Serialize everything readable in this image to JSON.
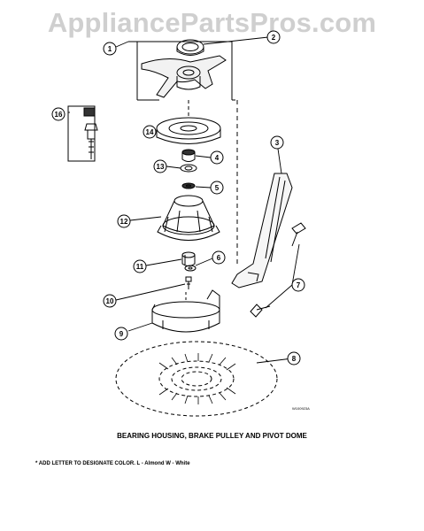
{
  "watermark": "AppliancePartsPros.com",
  "callouts": [
    "1",
    "2",
    "3",
    "4",
    "5",
    "6",
    "7",
    "8",
    "9",
    "10",
    "11",
    "12",
    "13",
    "14",
    "16"
  ],
  "caption": "BEARING HOUSING, BRAKE PULLEY AND PIVOT DOME",
  "footnote": "* ADD LETTER TO DESIGNATE COLOR.  L - Almond  W - White",
  "drawing_code": "W100923A"
}
